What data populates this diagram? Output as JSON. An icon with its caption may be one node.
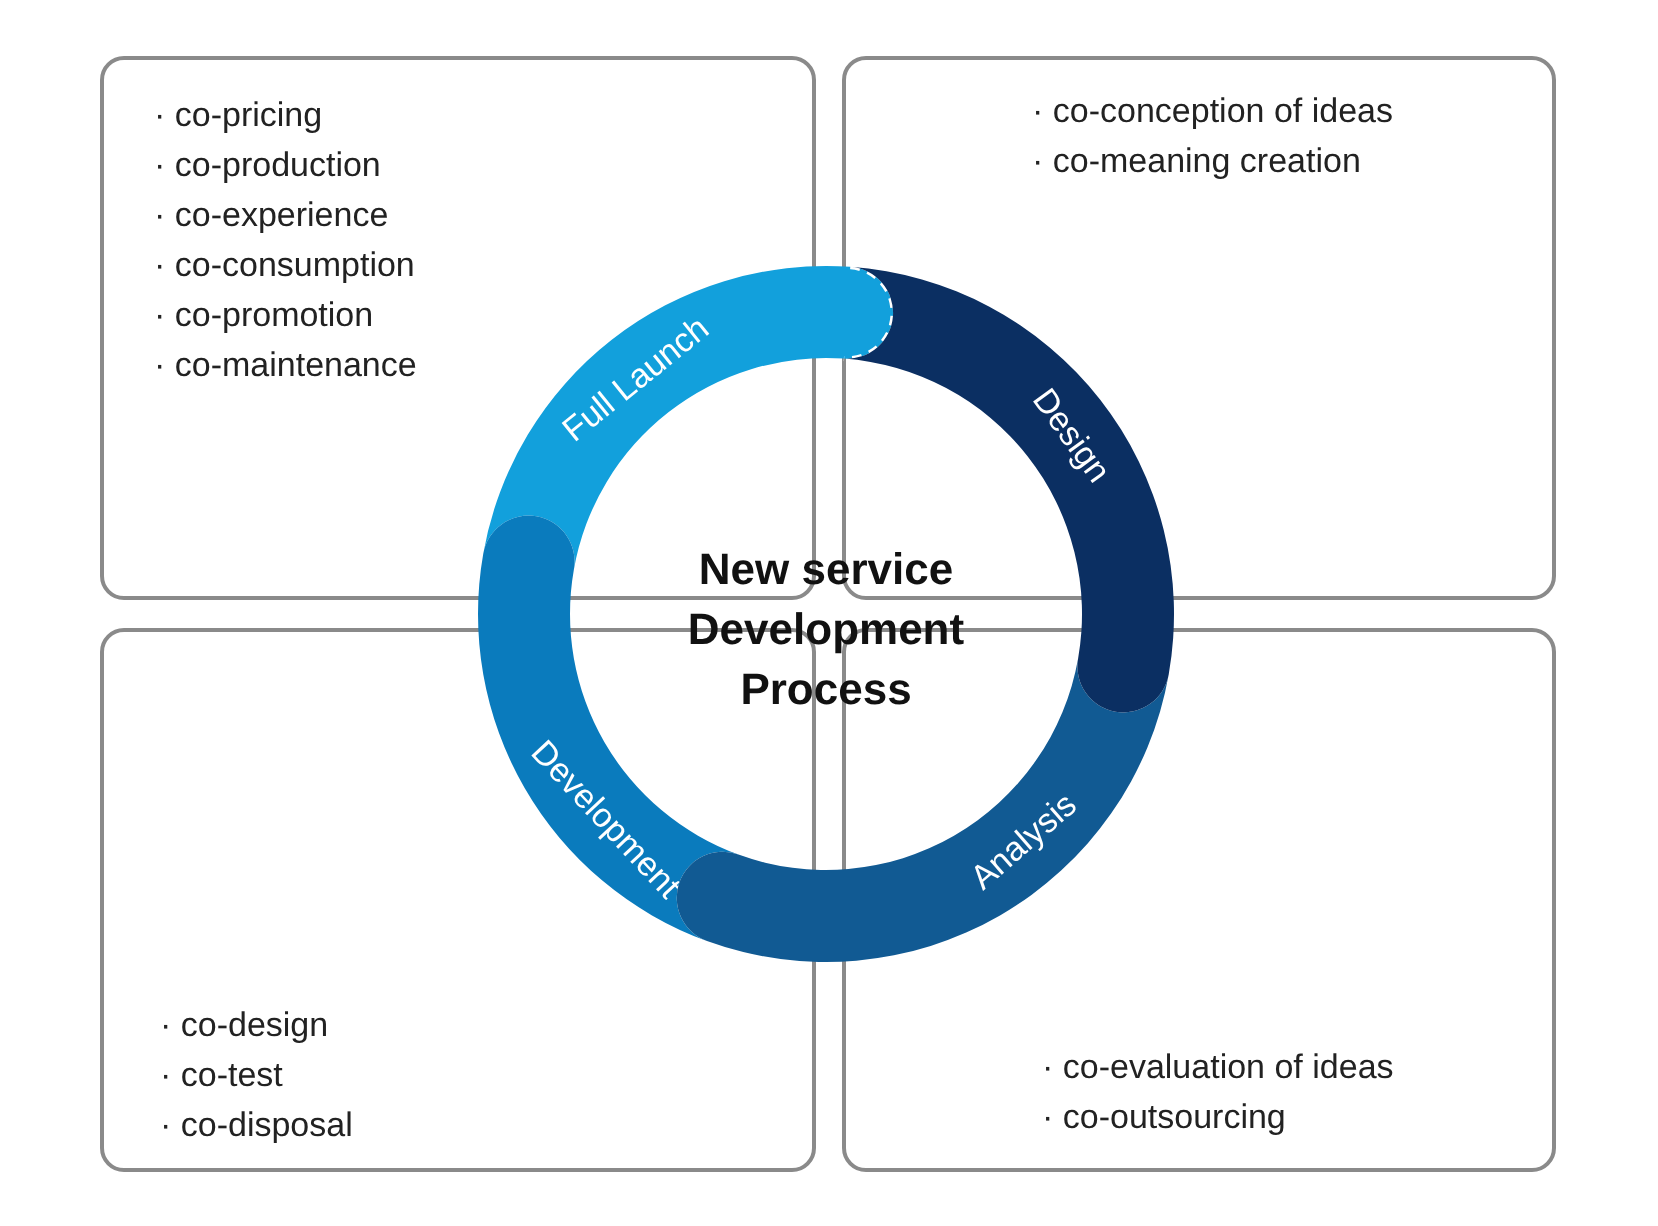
{
  "diagram": {
    "nodes": [
      {
        "text": [
          "· co-pricing",
          "· co-production",
          "· co-experience",
          "· co-consumption",
          "· co-promotion",
          "· co-maintenance"
        ]
      },
      {
        "text": [
          "· co-conception of ideas",
          "· co-meaning creation"
        ]
      },
      {
        "text": [
          "· co-design",
          "· co-test",
          "· co-disposal"
        ]
      },
      {
        "text": [
          "· co-evaluation of ideas",
          "· co-outsourcing"
        ]
      },
      {
        "text": [
          "Full Launch"
        ]
      },
      {
        "text": [
          "Design"
        ]
      },
      {
        "text": [
          "Development"
        ]
      },
      {
        "text": [
          "Analysis"
        ]
      },
      {
        "text": [
          "New service Development Process"
        ]
      }
    ]
  }
}
